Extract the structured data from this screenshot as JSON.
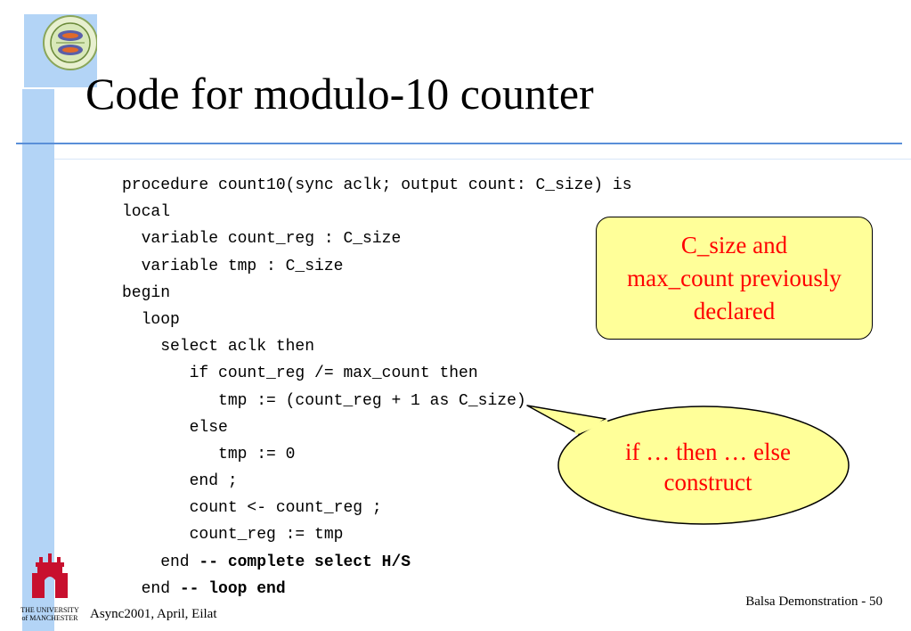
{
  "slide": {
    "title": "Code for modulo-10 counter",
    "code_lines": [
      {
        "indent": 0,
        "text": "procedure count10(sync aclk; output count: C_size) is",
        "bold": ""
      },
      {
        "indent": 0,
        "text": "local",
        "bold": ""
      },
      {
        "indent": 2,
        "text": "variable count_reg : C_size",
        "bold": ""
      },
      {
        "indent": 2,
        "text": "variable tmp : C_size",
        "bold": ""
      },
      {
        "indent": 0,
        "text": "begin",
        "bold": ""
      },
      {
        "indent": 2,
        "text": "loop",
        "bold": ""
      },
      {
        "indent": 4,
        "text": "select aclk then",
        "bold": ""
      },
      {
        "indent": 7,
        "text": "if count_reg /= max_count then",
        "bold": ""
      },
      {
        "indent": 10,
        "text": "tmp := (count_reg + 1 as C_size)",
        "bold": ""
      },
      {
        "indent": 7,
        "text": "else",
        "bold": ""
      },
      {
        "indent": 10,
        "text": "tmp := 0",
        "bold": ""
      },
      {
        "indent": 7,
        "text": "end ;",
        "bold": ""
      },
      {
        "indent": 7,
        "text": "count <- count_reg ;",
        "bold": ""
      },
      {
        "indent": 7,
        "text": "count_reg := tmp",
        "bold": ""
      },
      {
        "indent": 4,
        "text": "end ",
        "bold": "-- complete select H/S"
      },
      {
        "indent": 2,
        "text": "end ",
        "bold": "-- loop end"
      }
    ],
    "callout_declared": {
      "lines": [
        "C_size and",
        "max_count previously",
        "declared"
      ]
    },
    "callout_construct": {
      "lines": [
        "if … then … else",
        "construct"
      ]
    },
    "footer": {
      "left": "Async2001, April, Eilat",
      "right": "Balsa Demonstration - 50"
    },
    "university": {
      "name": "THE UNIVERSITY\nof MANCHESTER"
    },
    "colors": {
      "accent_bar": "#b3d4f6",
      "rule": "#5a8fd8",
      "callout_fill": "#ffff99",
      "callout_text": "#ff0000",
      "uni_red": "#c8102e"
    }
  }
}
